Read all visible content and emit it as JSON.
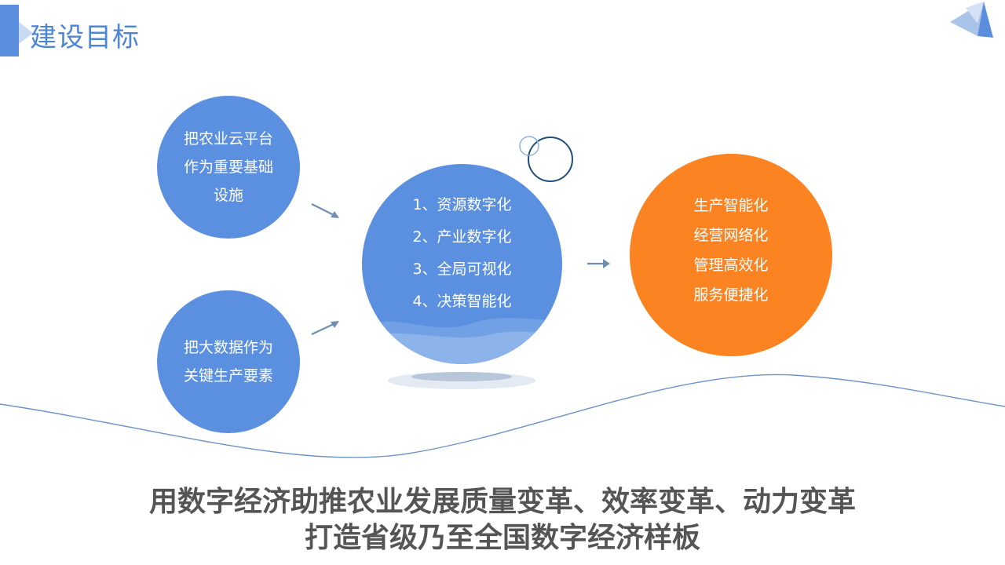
{
  "header": {
    "title": "建设目标"
  },
  "left_circles": [
    {
      "lines": [
        "把农业云平台",
        "作为重要基础",
        "设施"
      ]
    },
    {
      "lines": [
        "把大数据作为",
        "关键生产要素"
      ]
    }
  ],
  "center_circle": {
    "lines": [
      "1、资源数字化",
      "2、产业数字化",
      "3、全局可视化",
      "4、决策智能化"
    ]
  },
  "right_circle": {
    "lines": [
      "生产智能化",
      "经营网络化",
      "管理高效化",
      "服务便捷化"
    ]
  },
  "slogan": {
    "line1": "用数字经济助推农业发展质量变革、效率变革、动力变革",
    "line2": "打造省级乃至全国数字经济样板"
  },
  "colors": {
    "primary": "#5b8fe0",
    "accent": "#fb8322",
    "text_dark": "#555555",
    "title": "#4d84d6"
  }
}
